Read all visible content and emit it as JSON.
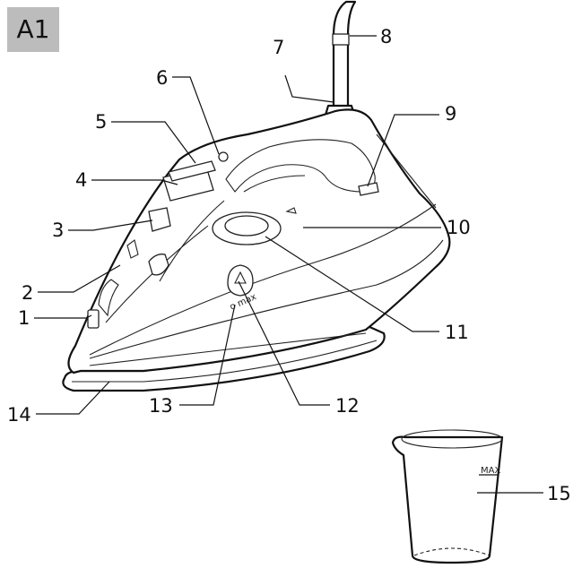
{
  "figure": {
    "badge": "A1",
    "labels": [
      "1",
      "2",
      "3",
      "4",
      "5",
      "6",
      "7",
      "8",
      "9",
      "10",
      "11",
      "12",
      "13",
      "14",
      "15"
    ],
    "knob_text": "o max",
    "jug_text": "MAX"
  }
}
